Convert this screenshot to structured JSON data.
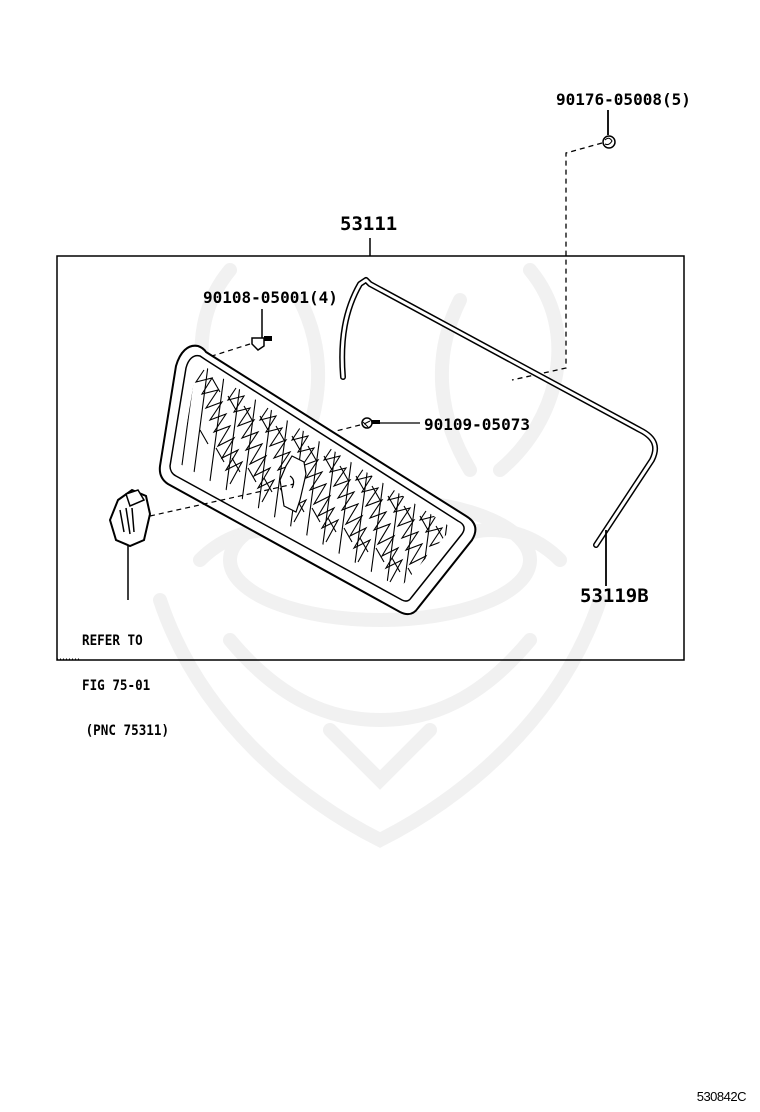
{
  "diagram": {
    "type": "exploded parts diagram",
    "subject": "Radiator grille assembly",
    "figure_code": "530842C",
    "colors": {
      "line": "#000000",
      "watermark": "#f0f0f0",
      "background": "#ffffff"
    }
  },
  "callouts": {
    "assembly": "53111",
    "nut_top": "90176-05008(5)",
    "clip": "90108-05001(4)",
    "screw": "90109-05073",
    "molding": "53119B",
    "emblem_note": [
      "REFER TO",
      "FIG 75-01",
      "(PNC 75311)"
    ]
  },
  "parts": [
    {
      "id": "53111",
      "name": "grille-assembly"
    },
    {
      "id": "90176-05008",
      "qty": 5,
      "name": "nut"
    },
    {
      "id": "90108-05001",
      "qty": 4,
      "name": "clip"
    },
    {
      "id": "90109-05073",
      "name": "screw"
    },
    {
      "id": "53119B",
      "name": "grille-molding"
    },
    {
      "id": "75311",
      "name": "emblem",
      "reference": "FIG 75-01"
    }
  ]
}
